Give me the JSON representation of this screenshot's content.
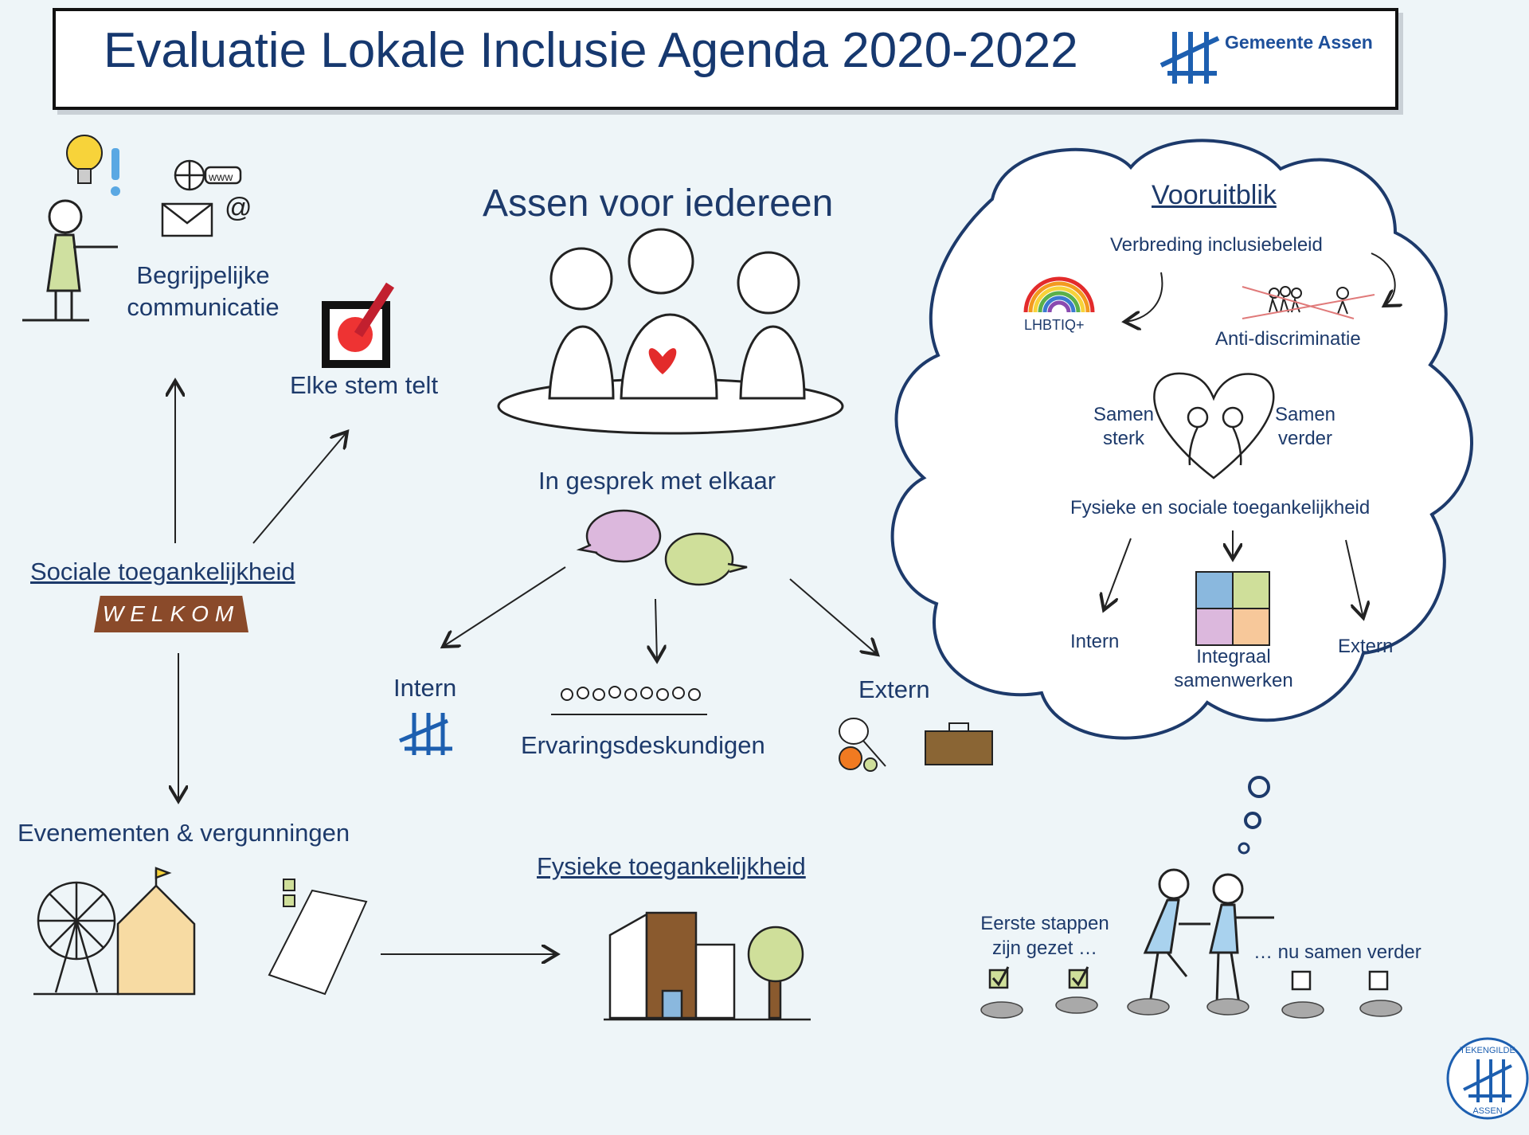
{
  "header": {
    "title": "Evaluatie Lokale Inclusie Agenda 2020-2022",
    "brand": "Gemeente Assen"
  },
  "left": {
    "communication": "Begrijpelijke communicatie",
    "vote": "Elke stem telt",
    "social": "Sociale toegankelijkheid",
    "welcome_sign": "WELKOM",
    "events": "Evenementen & vergunningen",
    "www": "www"
  },
  "center": {
    "headline": "Assen voor iedereen",
    "dialogue": "In gesprek met elkaar",
    "intern": "Intern",
    "experts": "Ervaringsdeskundigen",
    "extern": "Extern",
    "physical": "Fysieke toegankelijkheid"
  },
  "cloud": {
    "title": "Vooruitblik",
    "broadening": "Verbreding inclusiebeleid",
    "lgbt": "LHBTIQ+",
    "anti_discrimination": "Anti-discriminatie",
    "together_strong": "Samen sterk",
    "together_further": "Samen verder",
    "accessibility": "Fysieke en sociale toegankelijkheid",
    "intern": "Intern",
    "integral": "Integraal samenwerken",
    "extern": "Extern"
  },
  "bottom_right": {
    "first_steps": "Eerste stappen zijn gezet …",
    "continue": "… nu samen verder"
  },
  "stamp": {
    "top": "TEKENGILDE",
    "bottom": "ASSEN"
  },
  "colors": {
    "text": "#1d3a6b",
    "brand_blue": "#1d4f9a",
    "heart": "#e32b2b",
    "welkom_bg": "#8a4a2a"
  }
}
